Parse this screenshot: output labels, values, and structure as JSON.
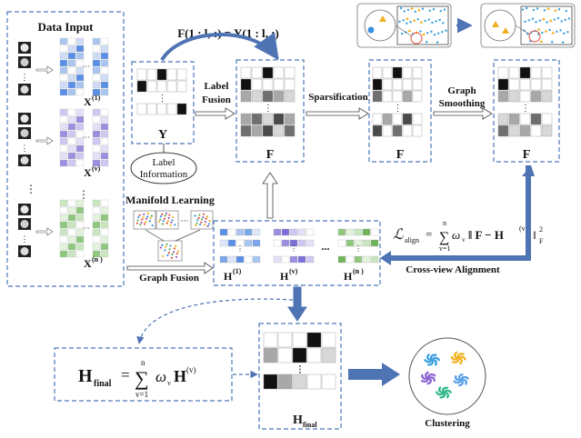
{
  "data_input": {
    "title": "Data Input",
    "view_labels": [
      "X",
      "X",
      "X"
    ],
    "view_sups": [
      "(1)",
      "(v)",
      "(n )"
    ],
    "dots": [
      "⋮",
      "⋮"
    ]
  },
  "label_matrix": {
    "symbol": "Y",
    "info_line1": "Label",
    "info_line2": "Information"
  },
  "label_fusion": {
    "line1": "Label",
    "line2": "Fusion",
    "equation": "F(1 : l, :) = Y(1 : l, :)"
  },
  "fused_matrix": {
    "symbol": "F"
  },
  "sparsification": {
    "label": "Sparsification",
    "symbol": "F"
  },
  "graph_smoothing": {
    "line1": "Graph",
    "line2": "Smoothing",
    "symbol": "F"
  },
  "manifold": {
    "title": "Manifold Learning",
    "graph_fusion": "Graph Fusion"
  },
  "embeddings": {
    "labels": [
      "H",
      "H",
      "H"
    ],
    "sups": [
      "(1)",
      "(v)",
      "(n )"
    ],
    "ellipsis": "..."
  },
  "alignment": {
    "loss_prefix": "ℒ",
    "loss_sub": "align",
    "loss_eq": "=",
    "sum_top": "n",
    "sum_bottom": "v=1",
    "omega": "ω",
    "norm_text": "‖ F − H",
    "norm_sup": "(v)",
    "norm_close": "‖",
    "norm_sub": "F",
    "norm_pow": "2",
    "label": "Cross-view Alignment"
  },
  "final": {
    "h_label": "H",
    "h_sub": "final",
    "eq": "=",
    "sum_top": "n",
    "sum_bottom": "v=1",
    "omega": "ω",
    "term": "H",
    "term_sup": "(v)",
    "matrix_symbol": "H",
    "matrix_sub": "final",
    "dots": "⋮"
  },
  "clustering": {
    "label": "Clustering"
  },
  "colors": {
    "dashed_border": "#4a78b8",
    "arrow_blue": "#4f74b4",
    "arrow_outline": "#9aa8bf",
    "blue": "#5b8fe6",
    "purple": "#9b8fe0",
    "green": "#8fc77f",
    "black": "#111111"
  }
}
